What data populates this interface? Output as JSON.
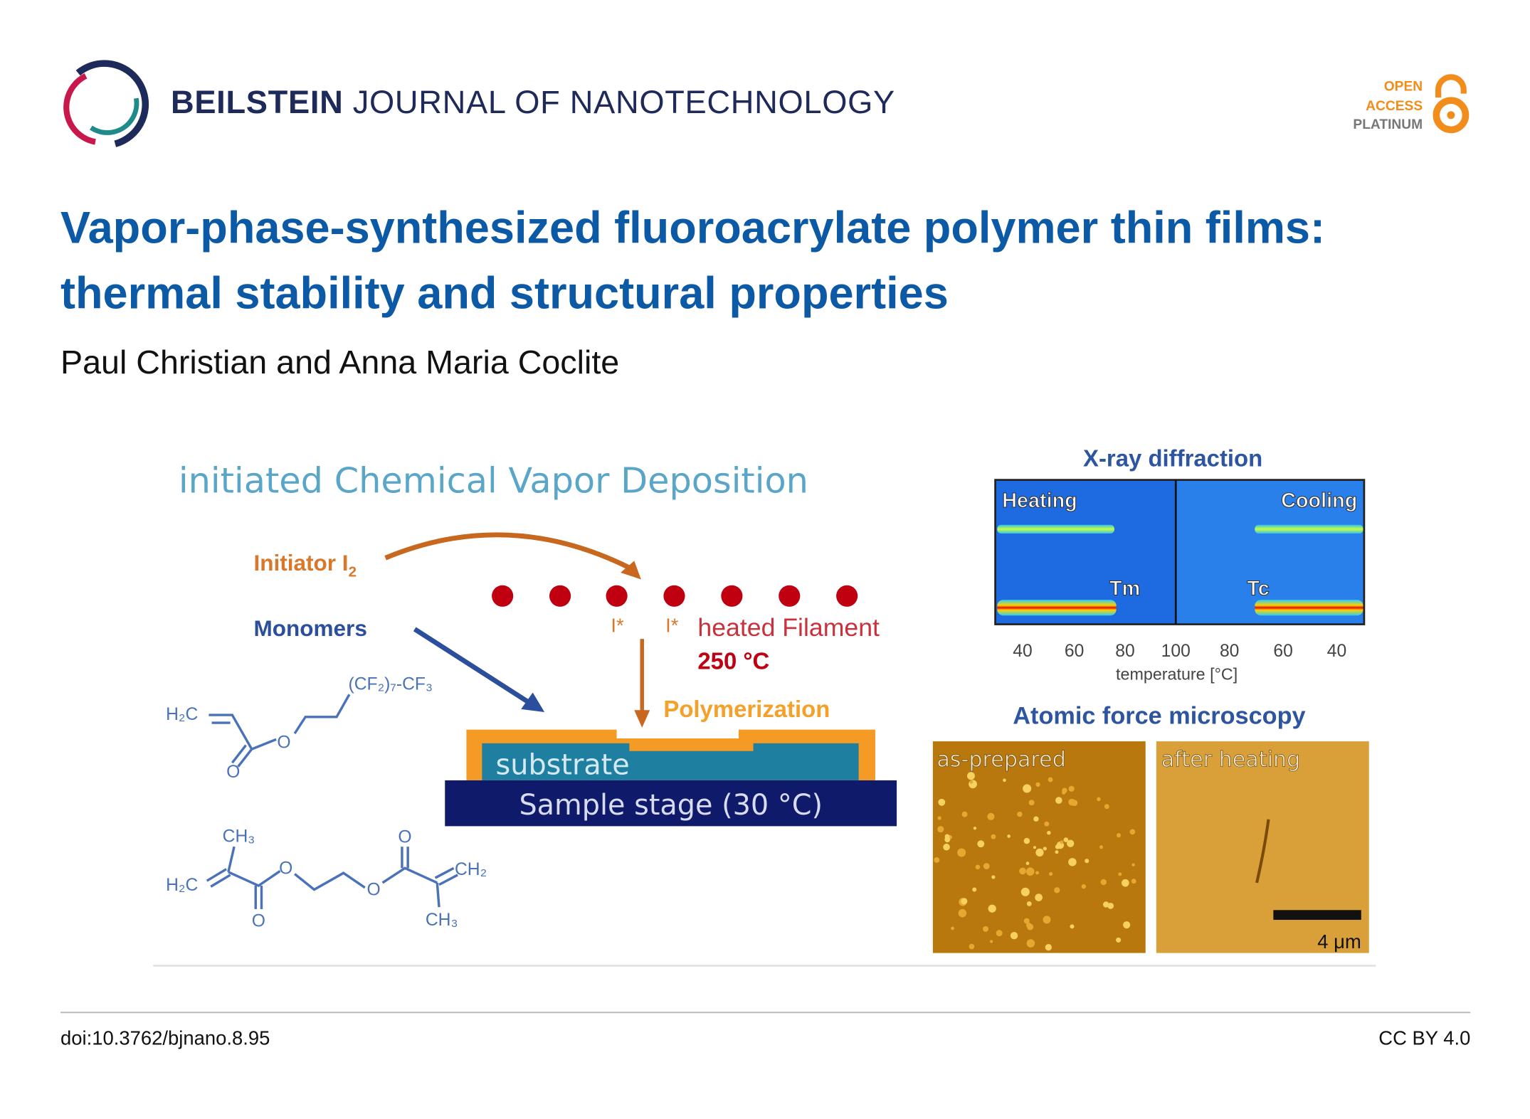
{
  "header": {
    "journal_bold": "BEILSTEIN",
    "journal_rest": "JOURNAL OF NANOTECHNOLOGY",
    "badge": {
      "line1": "OPEN",
      "line2": "ACCESS",
      "line3": "PLATINUM"
    },
    "colors": {
      "navy": "#1e2a5a",
      "orange": "#f28c1b",
      "title": "#0c5aa6"
    }
  },
  "article": {
    "title_line1": "Vapor-phase-synthesized fluoroacrylate polymer thin films:",
    "title_line2": "thermal stability and structural properties",
    "authors": "Paul Christian and Anna Maria Coclite"
  },
  "figure": {
    "heading": "initiated Chemical Vapor Deposition",
    "initiator": "Initiator I",
    "initiator_sub": "2",
    "monomers": "Monomers",
    "radical1": "I*",
    "radical2": "I*",
    "filament": "heated Filament",
    "filament_temp": "250 °C",
    "polymerization": "Polymerization",
    "substrate": "substrate",
    "stage": "Sample stage (30 °C)",
    "molecule1": {
      "h2c": "H₂C",
      "chain": "(CF₂)₇-CF₃",
      "o1": "O",
      "o2": "O"
    },
    "molecule2": {
      "h2c": "H₂C",
      "ch3a": "CH₃",
      "ch2": "CH₂",
      "ch3b": "CH₃",
      "o1": "O",
      "o2": "O",
      "o3": "O",
      "o4": "O"
    },
    "xrd": {
      "title": "X-ray diffraction",
      "heating": "Heating",
      "cooling": "Cooling",
      "tm": "Tm",
      "tc": "Tc",
      "ticks": [
        "40",
        "60",
        "80",
        "100",
        "80",
        "60",
        "40"
      ],
      "xlabel": "temperature [°C]"
    },
    "afm": {
      "title": "Atomic force microscopy",
      "left_label": "as-prepared",
      "right_label": "after heating",
      "scale": "4 μm"
    }
  },
  "footer": {
    "doi": "doi:10.3762/bjnano.8.95",
    "license": "CC BY 4.0"
  }
}
